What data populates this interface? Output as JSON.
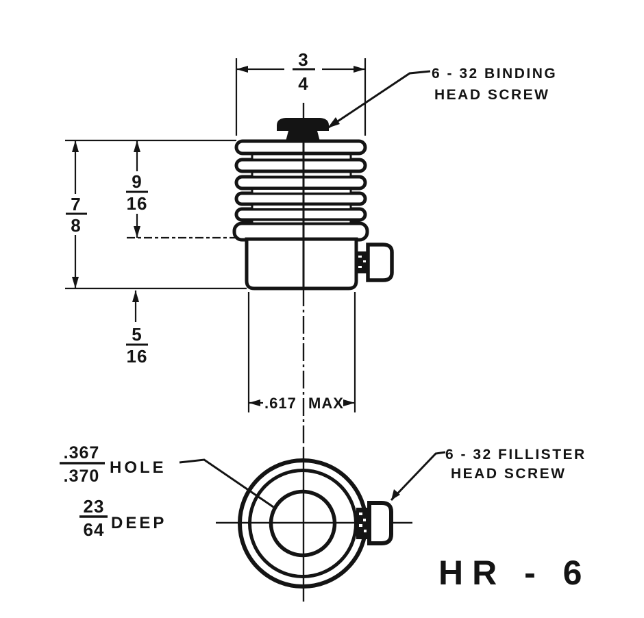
{
  "page": {
    "background": "#ffffff",
    "ink_color": "#141414"
  },
  "drawing": {
    "part_number": "HR - 6",
    "side_view": {
      "top_width_dim": {
        "numerator": "3",
        "denominator": "4"
      },
      "overall_height_dim": {
        "numerator": "7",
        "denominator": "8"
      },
      "fin_stack_height_dim": {
        "numerator": "9",
        "denominator": "16"
      },
      "stud_length_dim": {
        "numerator": "5",
        "denominator": "16"
      },
      "body_diameter_dim": {
        "value": ".617",
        "qualifier": "MAX"
      },
      "binding_screw_callout": {
        "line1": "6 - 32 BINDING",
        "line2": "HEAD SCREW"
      }
    },
    "bottom_view": {
      "hole_callout": {
        "numerator": ".367",
        "denominator": ".370",
        "label": "HOLE"
      },
      "hole_depth_callout": {
        "numerator": "23",
        "denominator": "64",
        "label": "DEEP"
      },
      "fillister_screw_callout": {
        "line1": "6 - 32 FILLISTER",
        "line2": "HEAD SCREW"
      }
    }
  }
}
